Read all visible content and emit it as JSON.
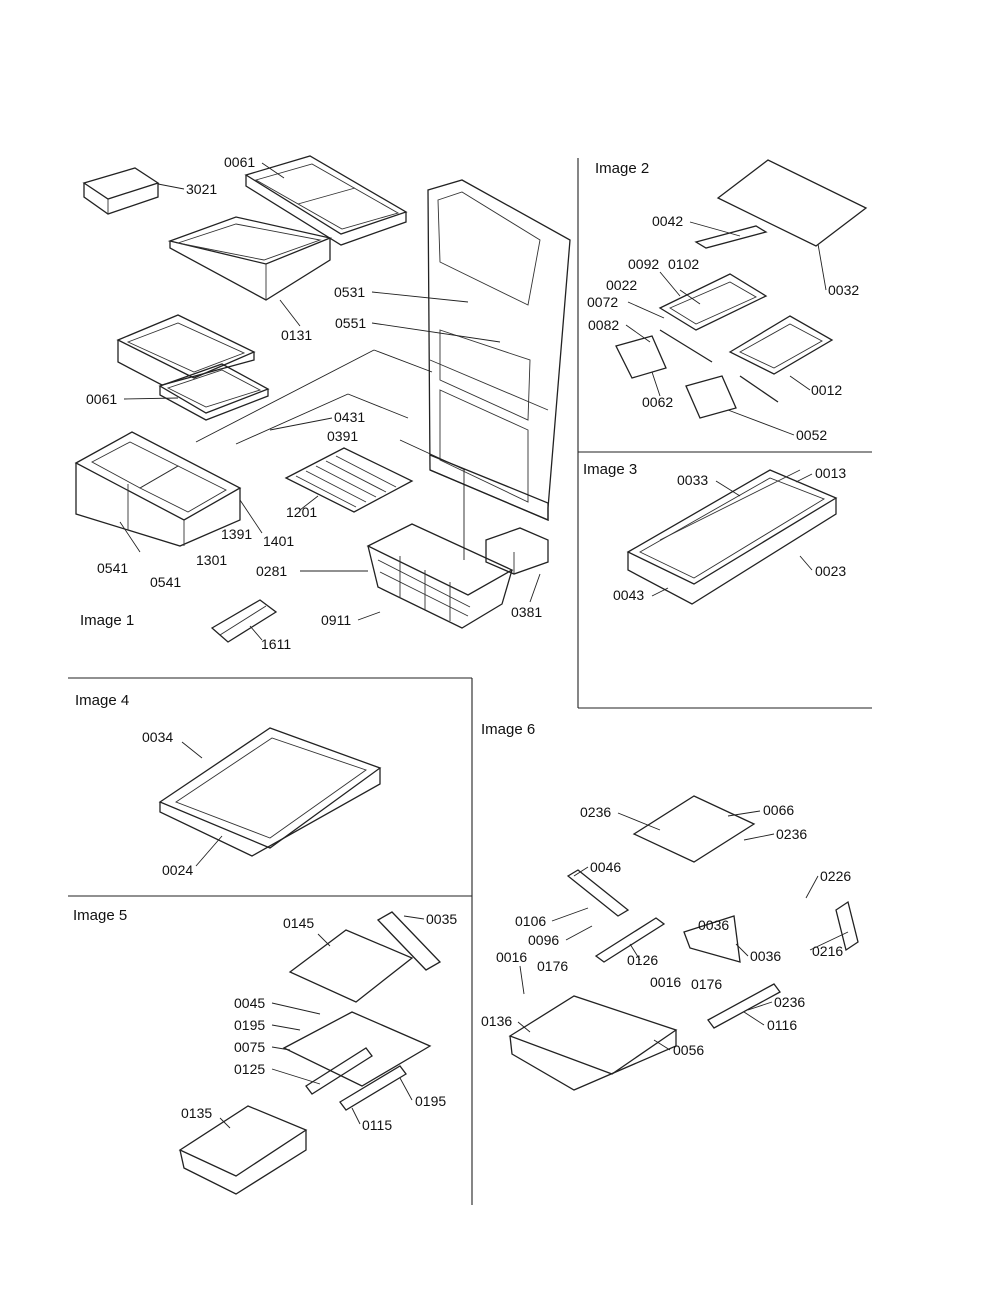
{
  "panels": {
    "image1": {
      "title": "Image 1",
      "labels": [
        "3021",
        "0061",
        "0131",
        "0531",
        "0551",
        "0061",
        "0431",
        "0391",
        "1201",
        "1391",
        "1401",
        "1301",
        "0541",
        "0541",
        "0281",
        "0911",
        "0381",
        "1611"
      ]
    },
    "image2": {
      "title": "Image 2",
      "labels": [
        "0042",
        "0092",
        "0102",
        "0022",
        "0072",
        "0082",
        "0062",
        "0032",
        "0012",
        "0052"
      ]
    },
    "image3": {
      "title": "Image 3",
      "labels": [
        "0033",
        "0013",
        "0023",
        "0043"
      ]
    },
    "image4": {
      "title": "Image 4",
      "labels": [
        "0034",
        "0024"
      ]
    },
    "image5": {
      "title": "Image 5",
      "labels": [
        "0145",
        "0035",
        "0045",
        "0195",
        "0075",
        "0125",
        "0195",
        "0115",
        "0135"
      ]
    },
    "image6": {
      "title": "Image 6",
      "labels": [
        "0236",
        "0066",
        "0236",
        "0046",
        "0226",
        "0106",
        "0036",
        "0096",
        "0036",
        "0126",
        "0216",
        "0016",
        "0176",
        "0016",
        "0176",
        "0236",
        "0136",
        "0116",
        "0056"
      ]
    }
  }
}
